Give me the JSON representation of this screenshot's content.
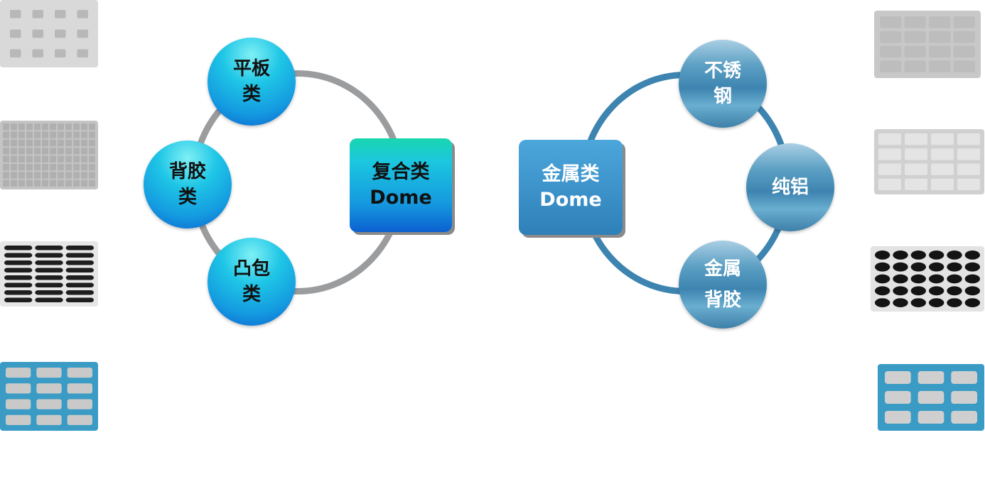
{
  "left_diagram": {
    "center": {
      "line1": "复合类",
      "line2": "Dome"
    },
    "nodes": [
      {
        "line1": "平板",
        "line2": "类"
      },
      {
        "line1": "背胶",
        "line2": "类"
      },
      {
        "line1": "凸包",
        "line2": "类"
      }
    ],
    "ring_color": "#9a9c9e"
  },
  "right_diagram": {
    "center": {
      "line1": "金属类",
      "line2": "Dome"
    },
    "nodes": [
      {
        "line1": "不锈",
        "line2": "钢"
      },
      {
        "line1": "纯铝",
        "line2": ""
      },
      {
        "line1": "金属",
        "line2": "背胶"
      }
    ],
    "ring_color": "#3d84b0"
  },
  "thumbnails": {
    "left": [
      "gray-square-pads",
      "gray-grid-pads",
      "black-bar-pads",
      "blue-sheet-pads"
    ],
    "right": [
      "gray-key-pads",
      "gray-tile-pads",
      "black-dot-pads",
      "blue-sheet-pads"
    ]
  }
}
